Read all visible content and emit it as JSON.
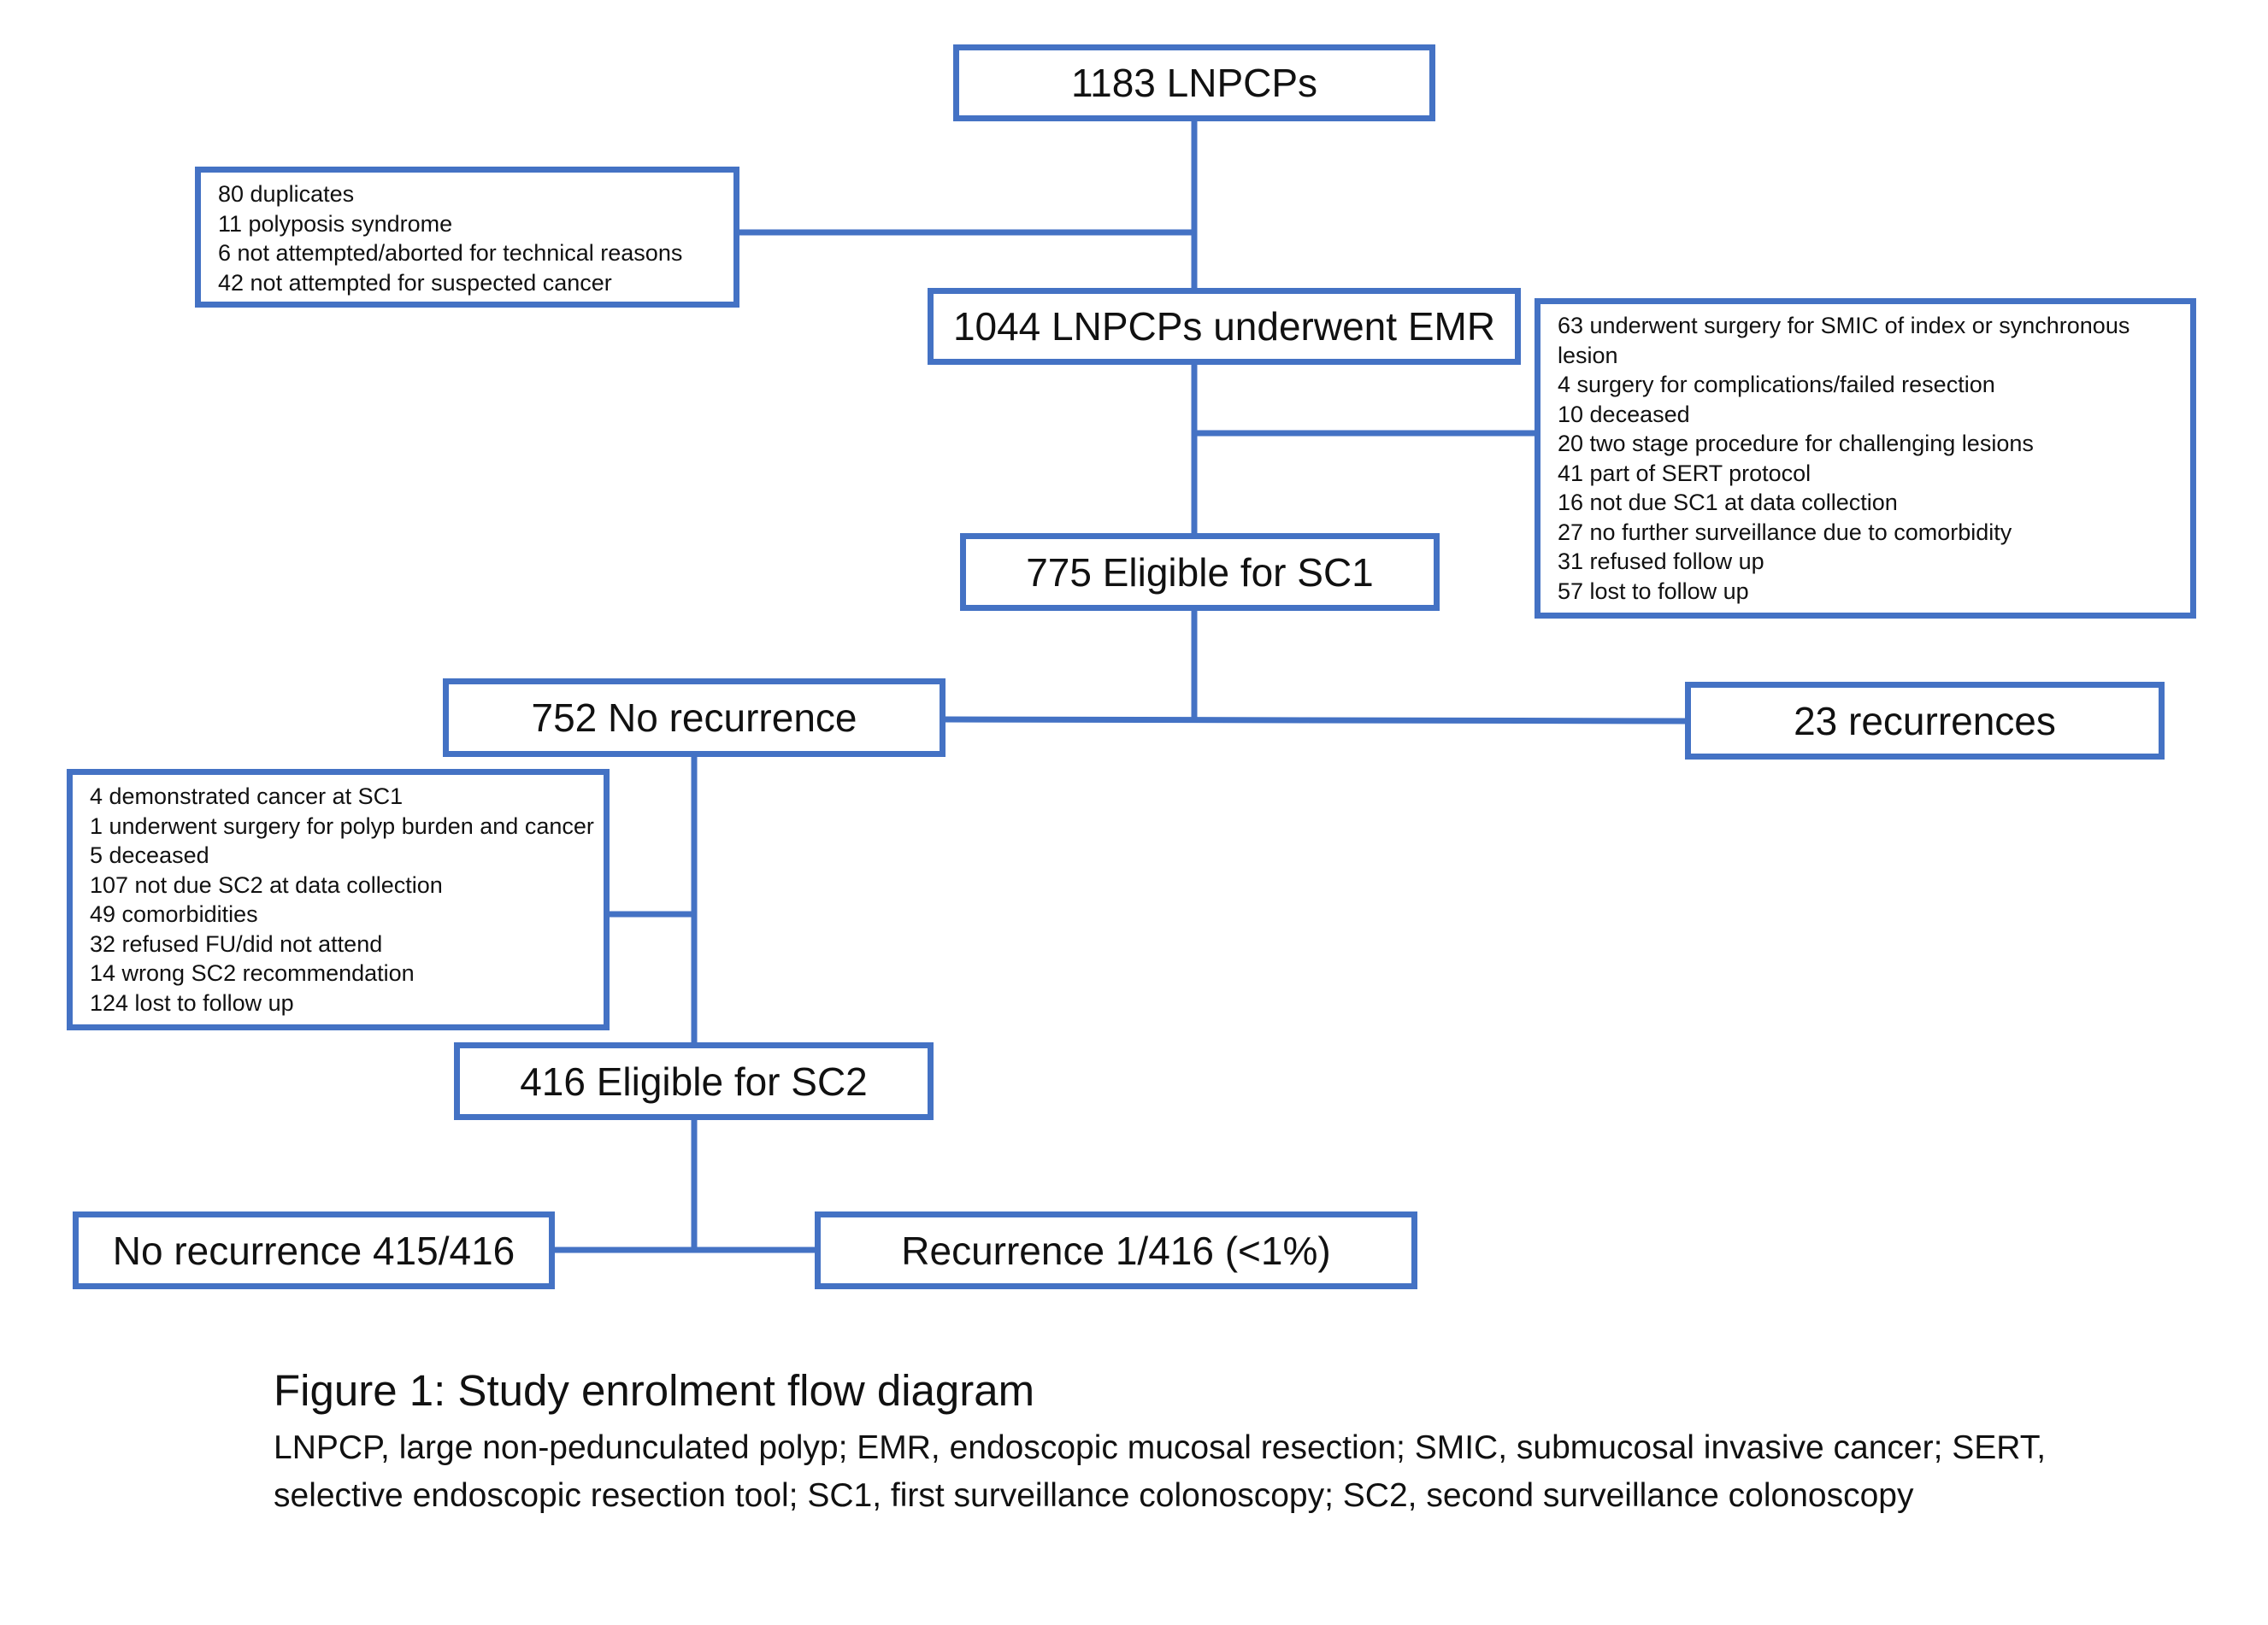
{
  "diagram": {
    "n_total": "1183 LNPCPs",
    "excluded_1": [
      "80 duplicates",
      "11 polyposis syndrome",
      "6 not attempted/aborted for technical reasons",
      "42 not attempted for suspected cancer"
    ],
    "n_emr": "1044 LNPCPs underwent EMR",
    "excluded_2": [
      "63 underwent surgery for SMIC of index or synchronous",
      "lesion",
      "4 surgery for complications/failed resection",
      "10 deceased",
      "20 two stage procedure for challenging lesions",
      "41 part of SERT protocol",
      "16 not due SC1 at data collection",
      "27 no further surveillance due to comorbidity",
      "31 refused follow up",
      "57 lost to follow up"
    ],
    "n_sc1": "775 Eligible for SC1",
    "no_recurrence_sc1": "752  No recurrence",
    "recurrences_sc1": "23 recurrences",
    "excluded_3": [
      "4 demonstrated cancer at SC1",
      "1 underwent surgery for polyp burden and cancer",
      "5 deceased",
      "107 not due SC2 at data collection",
      "49 comorbidities",
      "32 refused FU/did not attend",
      "14 wrong SC2 recommendation",
      "124 lost to follow up"
    ],
    "n_sc2": "416 Eligible for SC2",
    "no_recurrence_sc2": "No recurrence 415/416",
    "recurrence_sc2": "Recurrence 1/416 (<1%)"
  },
  "caption": {
    "title": "Figure 1: Study enrolment flow diagram",
    "body": "LNPCP, large non-pedunculated polyp; EMR, endoscopic mucosal resection; SMIC, submucosal invasive cancer; SERT, selective endoscopic resection tool; SC1, first surveillance colonoscopy; SC2, second surveillance colonoscopy"
  },
  "colors": {
    "box_border": "#4472c4",
    "connector": "#4472c4"
  }
}
